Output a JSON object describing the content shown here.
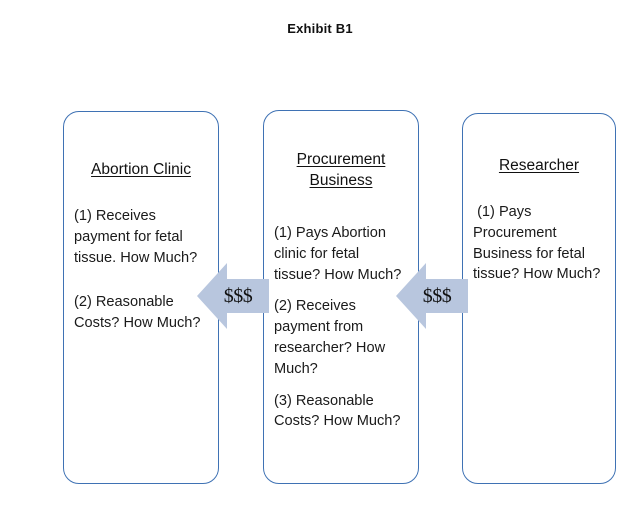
{
  "title": "Exhibit B1",
  "theme": {
    "background": "#ffffff",
    "box_border": "#3f72b4",
    "arrow_fill": "#b8c6de",
    "text": "#1a1a1a"
  },
  "boxes": [
    {
      "id": "abortion-clinic",
      "header": "Abortion Clinic",
      "items": [
        "(1) Receives payment for fetal tissue. How Much?",
        "(2) Reasonable Costs? How Much?"
      ]
    },
    {
      "id": "procurement-business",
      "header": "Procurement\nBusiness",
      "items": [
        "(1) Pays Abortion clinic for fetal tissue? How Much?",
        "(2) Receives payment from researcher? How Much?",
        "(3) Reasonable Costs? How Much?"
      ]
    },
    {
      "id": "researcher",
      "header": "Researcher",
      "items": [
        " (1) Pays Procurement Business for fetal tissue? How Much?"
      ]
    }
  ],
  "arrows": [
    {
      "id": "arrow-procurement-to-clinic",
      "label": "$$$",
      "direction": "left",
      "from": "Procurement Business",
      "to": "Abortion Clinic"
    },
    {
      "id": "arrow-researcher-to-procurement",
      "label": "$$$",
      "direction": "left",
      "from": "Researcher",
      "to": "Procurement Business"
    }
  ]
}
